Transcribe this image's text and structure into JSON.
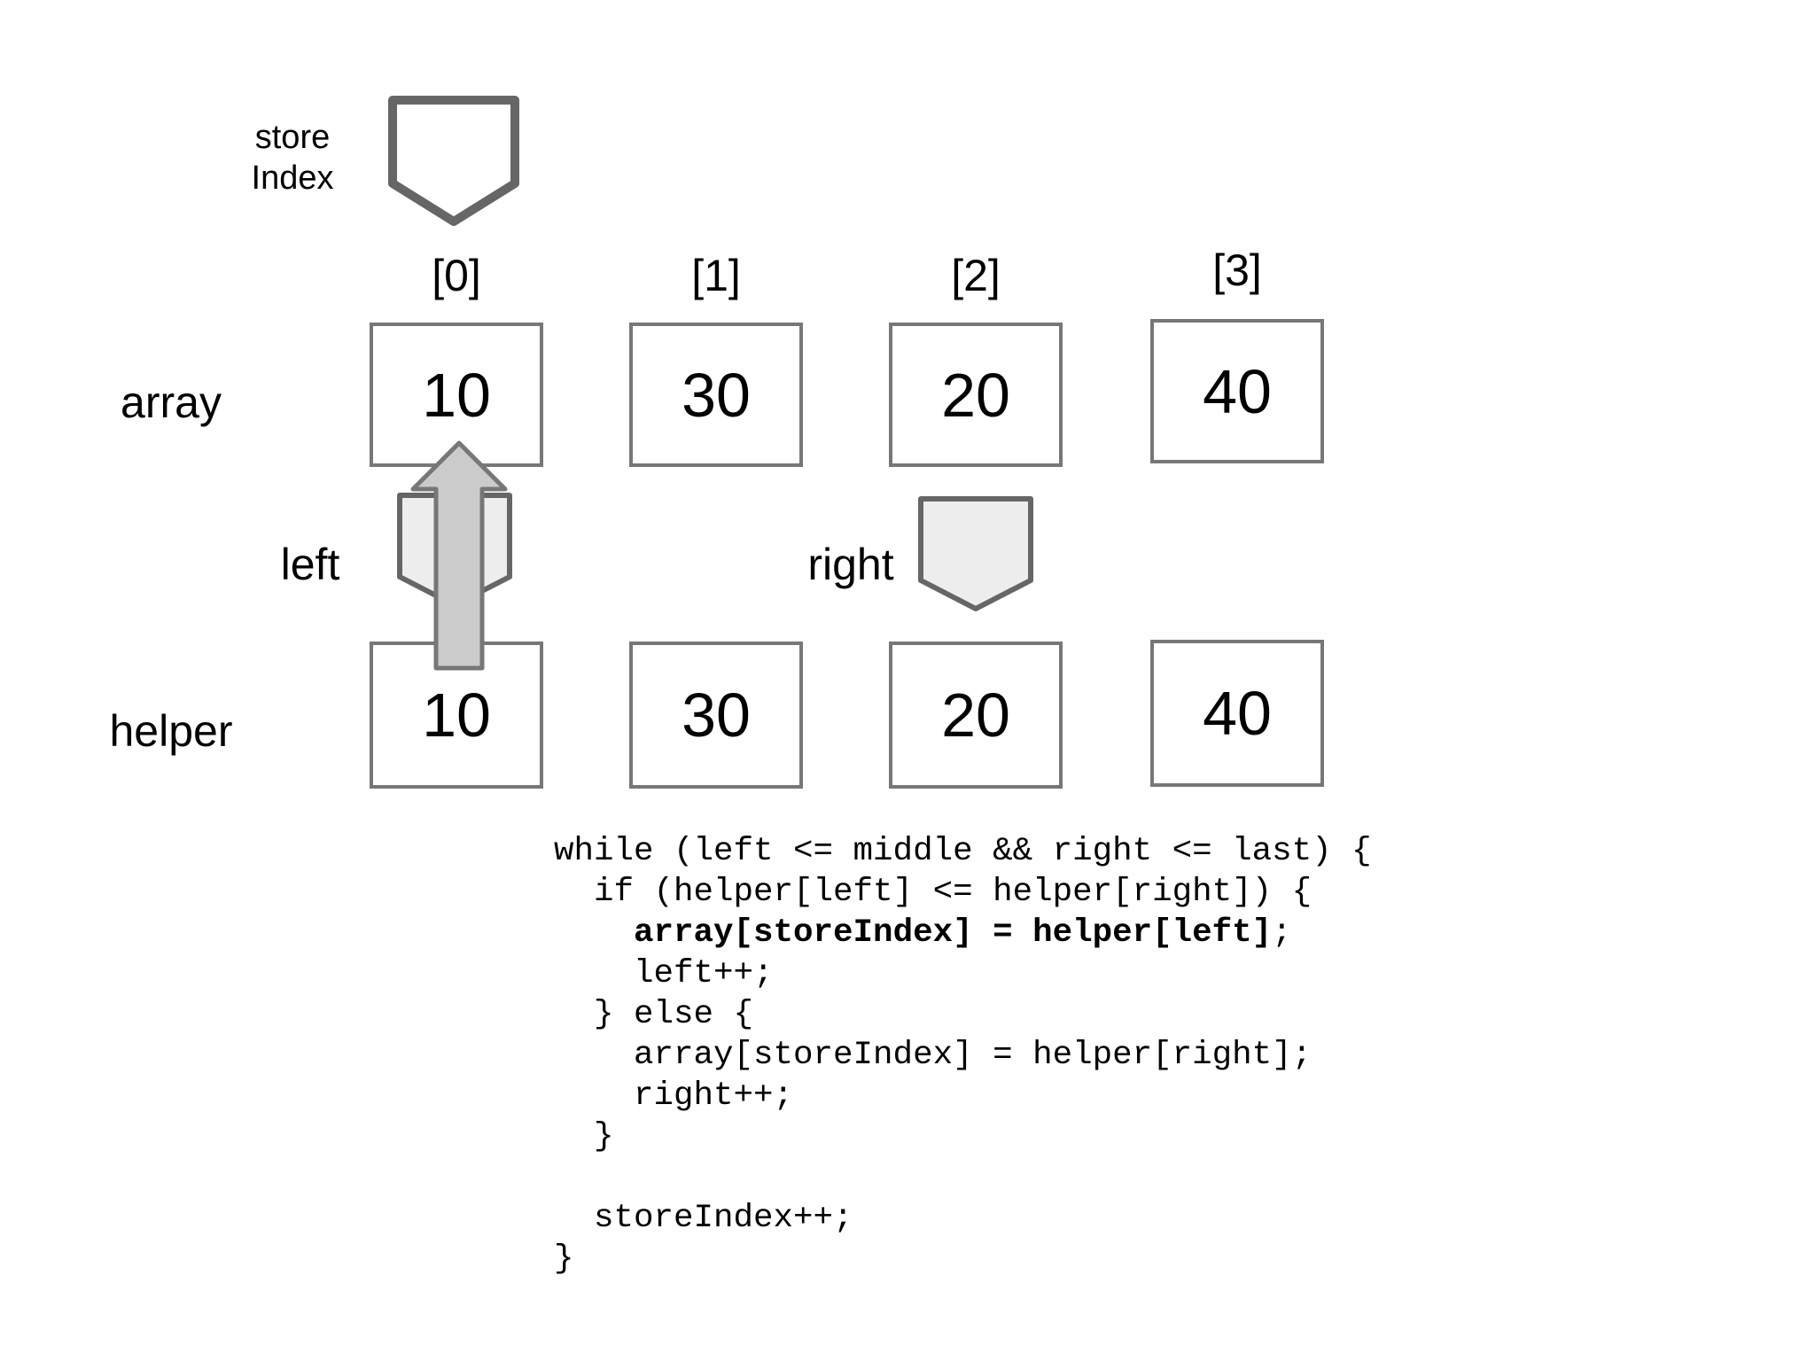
{
  "diagram": {
    "store_pointer": {
      "label_line1": "store",
      "label_line2": "Index",
      "icon": "pentagon-down"
    },
    "index_labels": [
      "[0]",
      "[1]",
      "[2]",
      "[3]"
    ],
    "rows": {
      "array": {
        "label": "array",
        "values": [
          "10",
          "30",
          "20",
          "40"
        ]
      },
      "helper": {
        "label": "helper",
        "values": [
          "10",
          "30",
          "20",
          "40"
        ]
      }
    },
    "pointers": {
      "left_label": "left",
      "right_label": "right",
      "left_icon": "pentagon-down",
      "right_icon": "pentagon-down",
      "copy_arrow_icon": "arrow-up"
    },
    "colors": {
      "box_border": "#777777",
      "pointer_border": "#666666",
      "pointer_fill_light": "#ededed",
      "store_pointer_fill": "#ffffff",
      "arrow_fill": "#cbcbcb",
      "arrow_border": "#777777",
      "text": "#000000"
    }
  },
  "code": {
    "lines": [
      {
        "text": "while (left <= middle && right <= last) {"
      },
      {
        "text": "  if (helper[left] <= helper[right]) {"
      },
      {
        "pre": "    ",
        "bold": "array[storeIndex] = helper[left]",
        "post": ";"
      },
      {
        "text": "    left++;"
      },
      {
        "text": "  } else {"
      },
      {
        "text": "    array[storeIndex] = helper[right];"
      },
      {
        "text": "    right++;"
      },
      {
        "text": "  }"
      },
      {
        "text": ""
      },
      {
        "text": "  storeIndex++;"
      },
      {
        "text": "}"
      }
    ]
  }
}
